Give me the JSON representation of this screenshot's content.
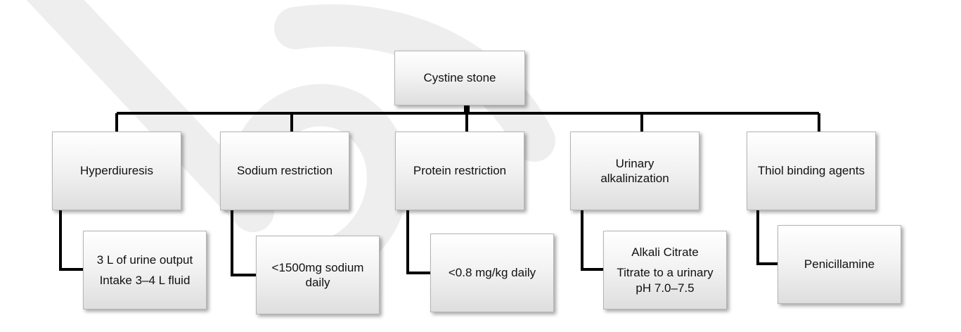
{
  "root": {
    "label": "Cystine stone"
  },
  "categories": [
    {
      "label": "Hyperdiuresis",
      "details": [
        "3 L of urine output",
        "Intake 3–4 L fluid"
      ]
    },
    {
      "label": "Sodium restriction",
      "details": [
        "<1500mg sodium daily"
      ]
    },
    {
      "label": "Protein restriction",
      "details": [
        "<0.8 mg/kg daily"
      ]
    },
    {
      "label": "Urinary alkalinization",
      "details": [
        "Alkali Citrate",
        "Titrate to a urinary pH 7.0–7.5"
      ]
    },
    {
      "label": "Thiol binding agents",
      "details": [
        "Penicillamine"
      ]
    }
  ],
  "colors": {
    "connector": "#000000",
    "box_border": "#b5b5b5",
    "watermark": "#eeeeee"
  }
}
